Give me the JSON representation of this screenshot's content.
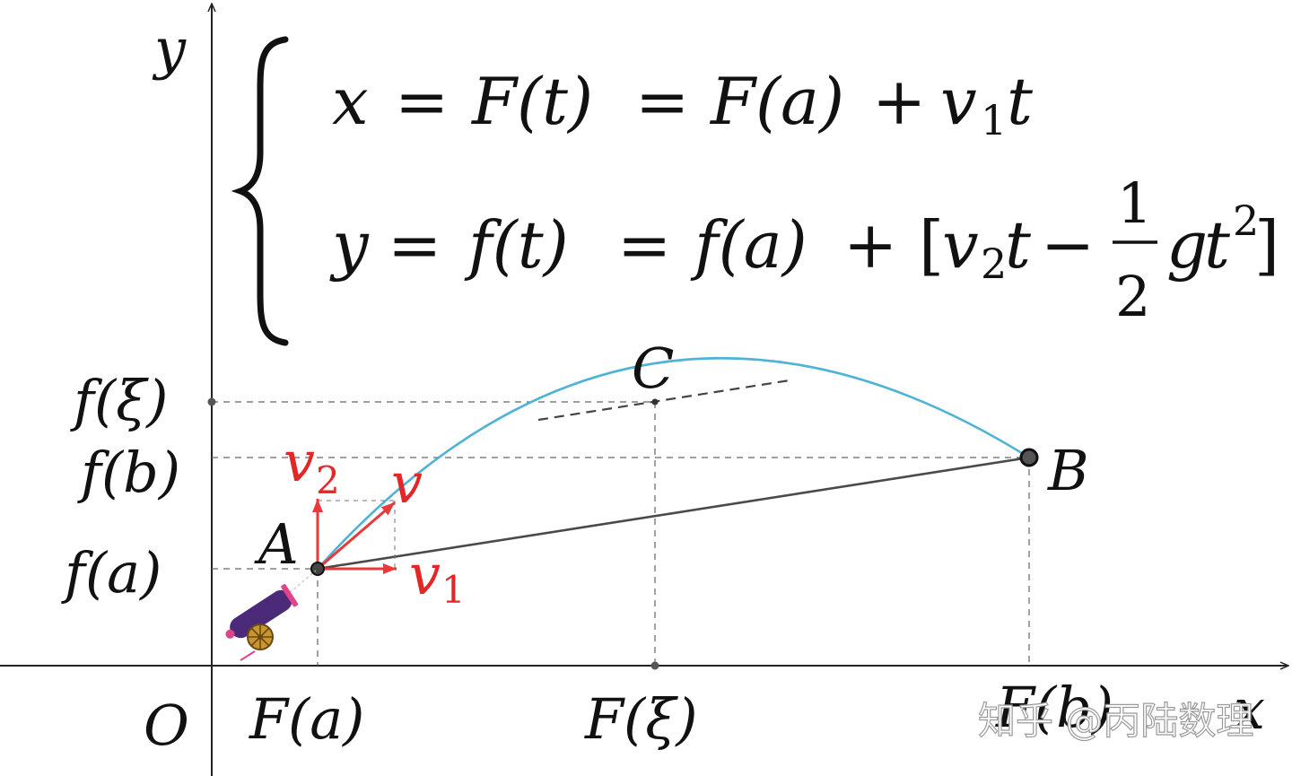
{
  "equations": {
    "line1": {
      "x": "x",
      "eq": "=",
      "F_t": "F(t)",
      "eq2": "=",
      "F_a": "F(a)",
      "plus": "+",
      "v1": "v",
      "v1_sub": "1",
      "t": "t"
    },
    "line2": {
      "y": "y",
      "eq": "=",
      "f_t": "f(t)",
      "eq2": "=",
      "f_a": "f(a)",
      "plus": "+",
      "lbr": "[",
      "v2": "v",
      "v2_sub": "2",
      "t": "t",
      "minus": "−",
      "frac_num": "1",
      "frac_den": "2",
      "g": "g",
      "t2": "t",
      "t2_sup": "2",
      "rbr": "]"
    }
  },
  "axes": {
    "y_label": "y",
    "origin_label": "O",
    "x_label": "x"
  },
  "y_ticks": {
    "f_xi": "f(ξ)",
    "f_b": "f(b)",
    "f_a": "f(a)"
  },
  "x_ticks": {
    "F_a": "F(a)",
    "F_xi": "F(ξ)",
    "F_b": "F(b)"
  },
  "points": {
    "A": "A",
    "B": "B",
    "C": "C"
  },
  "vectors": {
    "v": "v",
    "v1": "v",
    "v1_sub": "1",
    "v2": "v",
    "v2_sub": "2"
  },
  "watermark": "知乎 @丙陆数理",
  "colors": {
    "curve": "#4fb3d6",
    "chord": "#4a4a4a",
    "vector": "#e83a3a",
    "cannon_barrel": "#4b2a7a",
    "cannon_wheel": "#c9952e",
    "cannon_accent": "#e0458b"
  }
}
